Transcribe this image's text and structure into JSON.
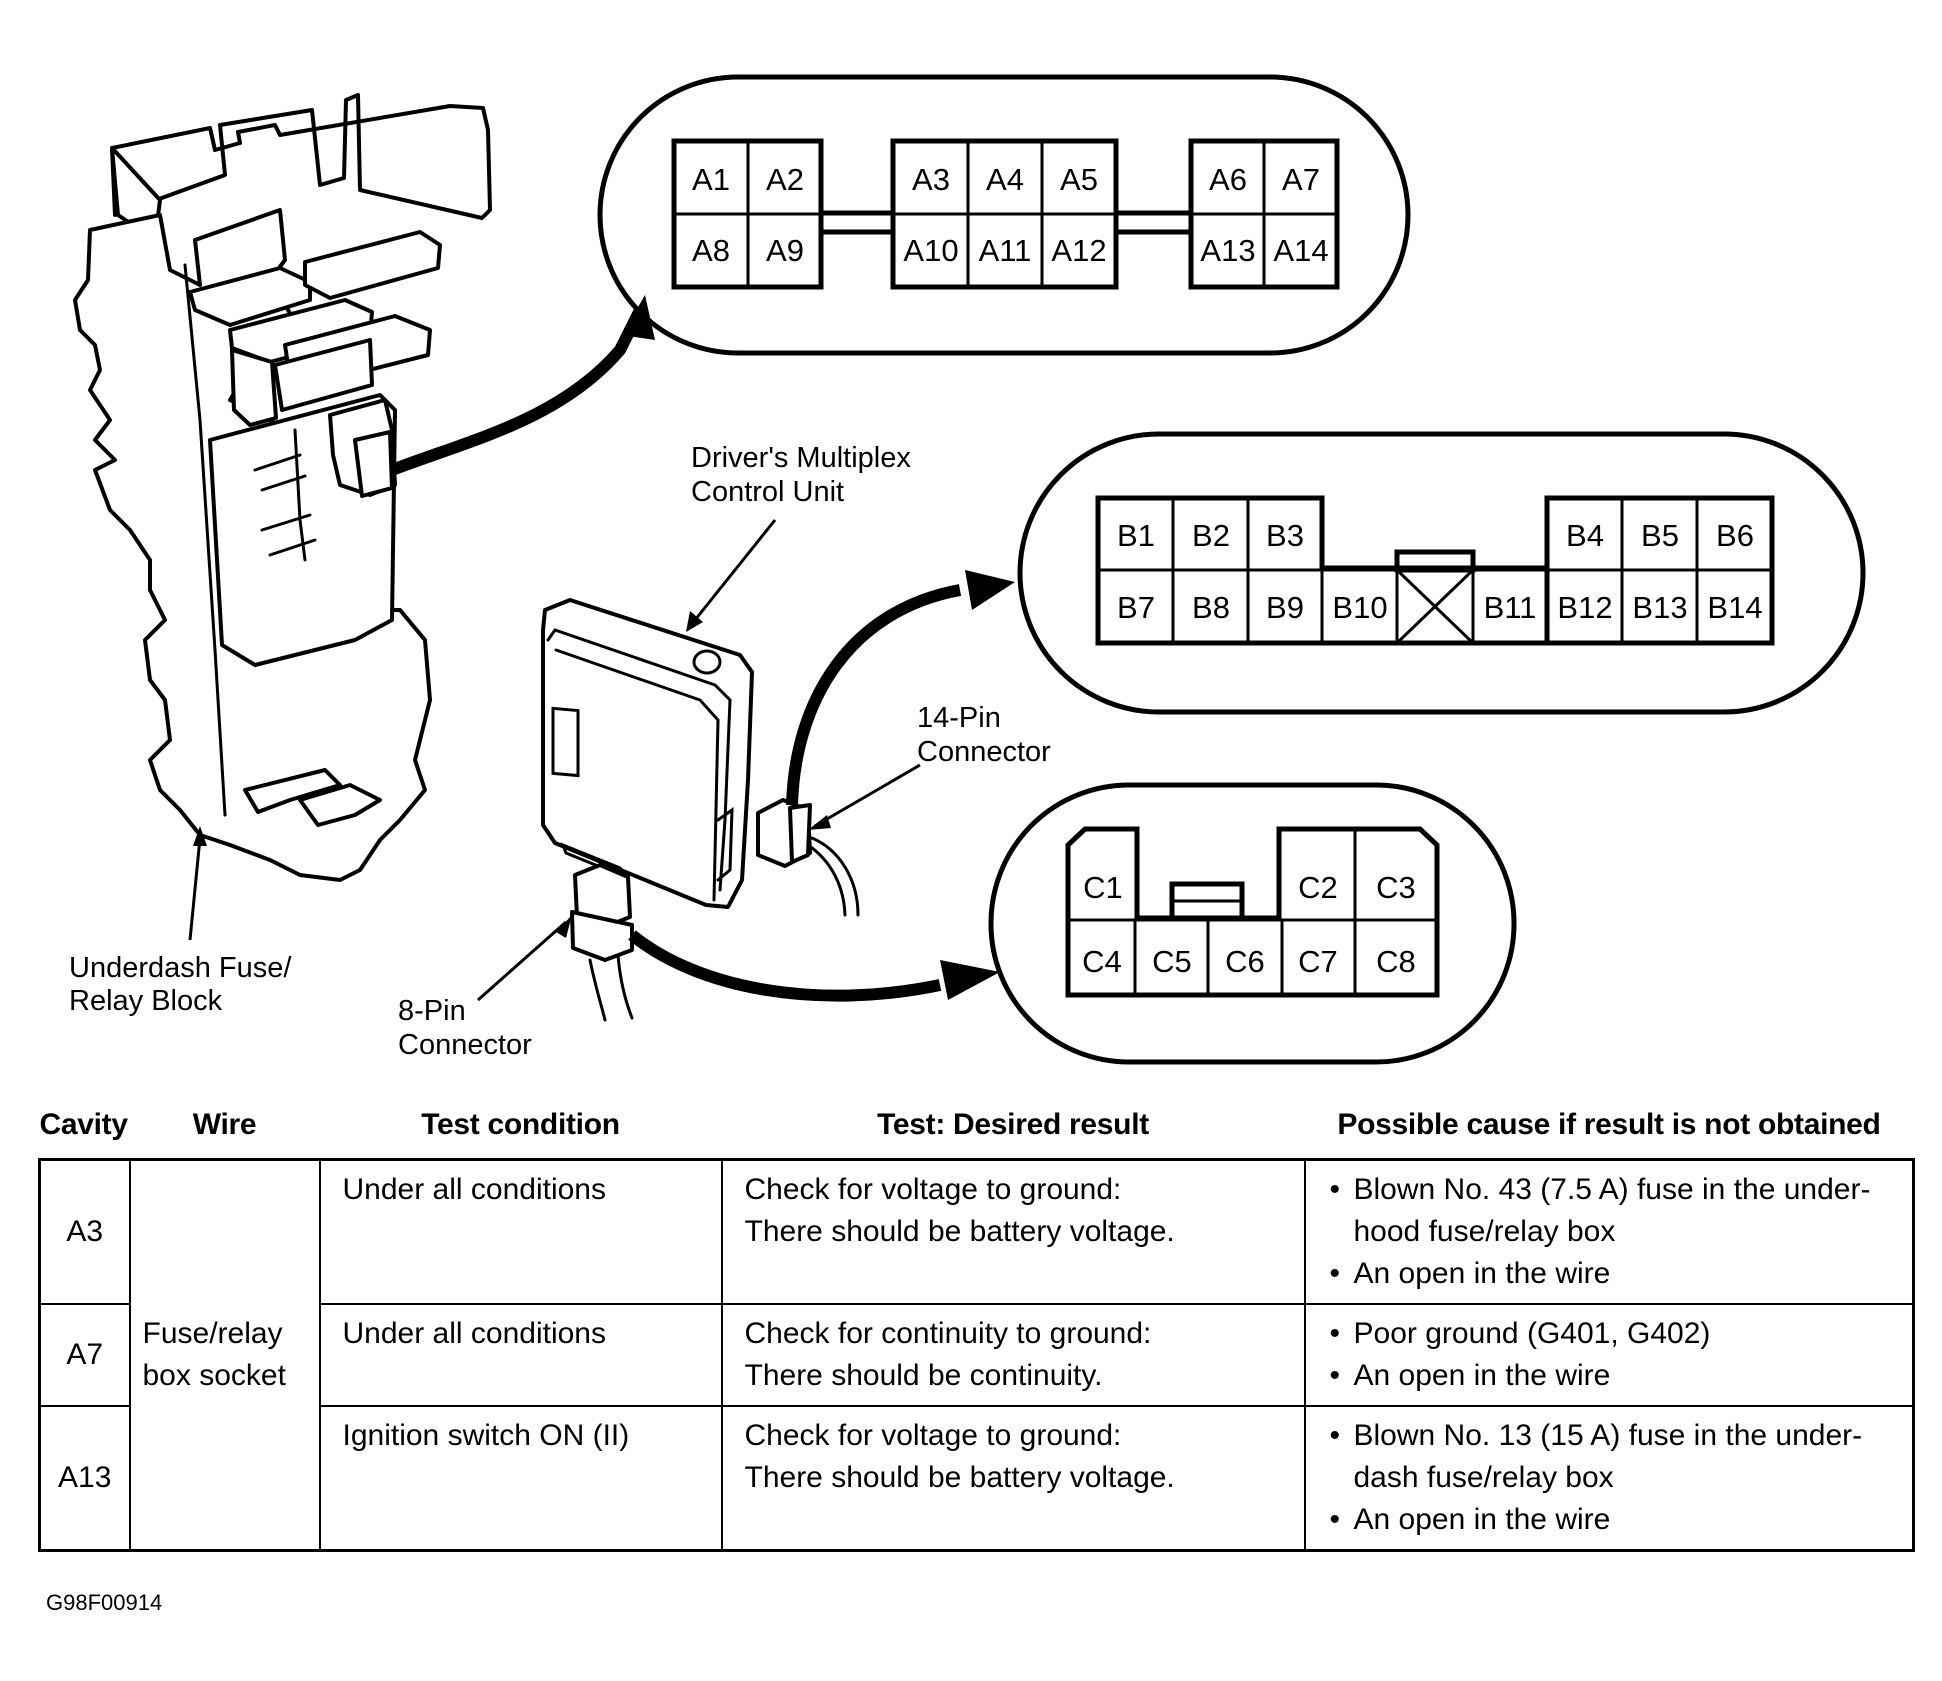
{
  "figure_id": "G98F00914",
  "callouts": {
    "fuse_block": [
      "Underdash Fuse/",
      "Relay Block"
    ],
    "control_unit": [
      "Driver's Multiplex",
      "Control Unit"
    ],
    "pin14": [
      "14-Pin",
      "Connector"
    ],
    "pin8": [
      "8-Pin",
      "Connector"
    ]
  },
  "connector_a": {
    "top": [
      "A1",
      "A2",
      "A3",
      "A4",
      "A5",
      "A6",
      "A7"
    ],
    "bottom": [
      "A8",
      "A9",
      "A10",
      "A11",
      "A12",
      "A13",
      "A14"
    ]
  },
  "connector_b": {
    "top": [
      "B1",
      "B2",
      "B3",
      "B4",
      "B5",
      "B6"
    ],
    "bottom": [
      "B7",
      "B8",
      "B9",
      "B10",
      "B11",
      "B12",
      "B13",
      "B14"
    ]
  },
  "connector_c": {
    "top": [
      "C1",
      "C2",
      "C3"
    ],
    "bottom": [
      "C4",
      "C5",
      "C6",
      "C7",
      "C8"
    ]
  },
  "table": {
    "headers": [
      "Cavity",
      "Wire",
      "Test condition",
      "Test: Desired result",
      "Possible cause if result is not obtained"
    ],
    "wire": [
      "Fuse/relay",
      "box socket"
    ],
    "rows": [
      {
        "cavity": "A3",
        "condition": "Under all conditions",
        "result": [
          "Check for voltage to ground:",
          "There should be battery voltage."
        ],
        "causes": [
          "Blown No. 43 (7.5 A) fuse in the under-hood fuse/relay box",
          "An open in the wire"
        ]
      },
      {
        "cavity": "A7",
        "condition": "Under all conditions",
        "result": [
          "Check for continuity to ground:",
          "There should be continuity."
        ],
        "causes": [
          "Poor ground (G401, G402)",
          "An open in the wire"
        ]
      },
      {
        "cavity": "A13",
        "condition": "Ignition switch ON (II)",
        "result": [
          "Check for voltage to ground:",
          "There should be battery voltage."
        ],
        "causes": [
          "Blown No. 13 (15 A) fuse in the under-dash fuse/relay box",
          "An open in the wire"
        ]
      }
    ]
  }
}
